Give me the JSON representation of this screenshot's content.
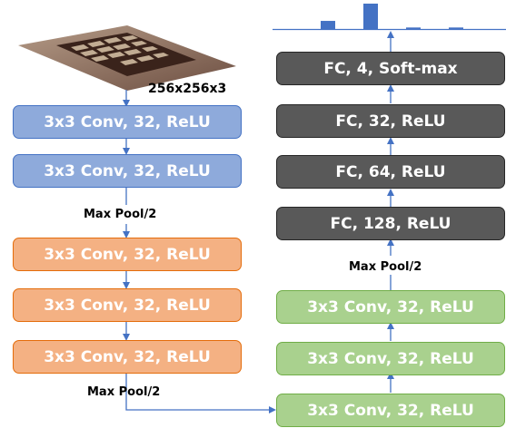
{
  "input": {
    "size_label": "256x256x3"
  },
  "encoder": {
    "stage1": [
      "3x3 Conv, 32, ReLU",
      "3x3 Conv, 32, ReLU"
    ],
    "pool1": "Max Pool/2",
    "stage2": [
      "3x3 Conv, 32, ReLU",
      "3x3 Conv, 32, ReLU",
      "3x3 Conv, 32, ReLU"
    ],
    "pool2": "Max Pool/2"
  },
  "right_column": {
    "stage3": [
      "3x3 Conv, 32, ReLU",
      "3x3 Conv, 32, ReLU",
      "3x3 Conv, 32, ReLU"
    ],
    "pool3": "Max Pool/2",
    "fc_layers": [
      "FC, 128, ReLU",
      "FC, 64, ReLU",
      "FC, 32, ReLU",
      "FC, 4, Soft-max"
    ]
  },
  "output_histogram": {
    "bars": [
      0.32,
      1.0,
      0.06,
      0.06
    ]
  },
  "colors": {
    "blue_fill": "#8eaadb",
    "orange_fill": "#f4b183",
    "green_fill": "#a9d18e",
    "dark_fill": "#595959",
    "arrow": "#4472c4"
  }
}
